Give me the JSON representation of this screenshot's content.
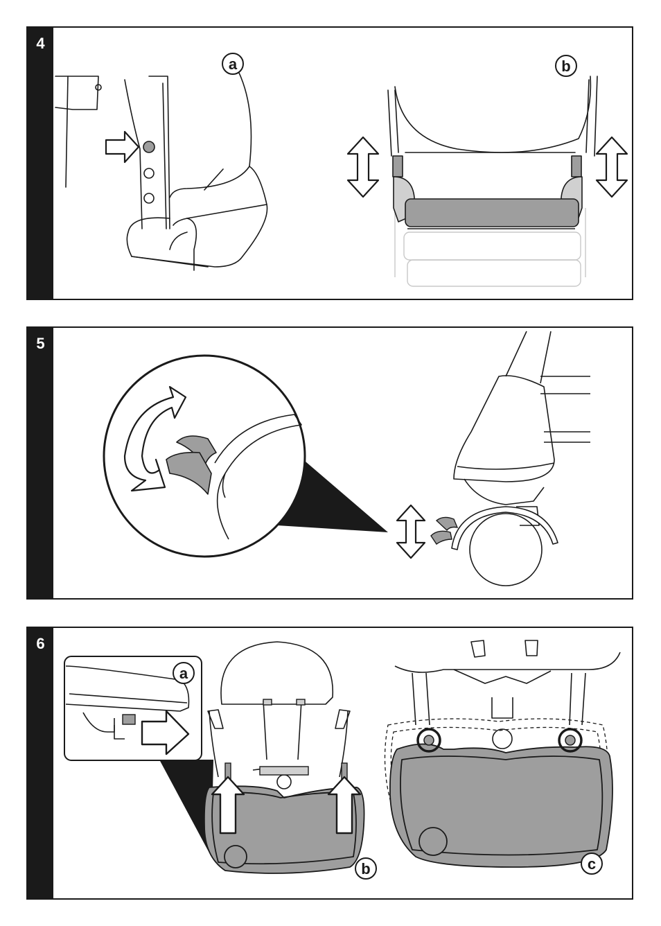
{
  "steps": [
    {
      "number": "4",
      "labels": {
        "a": "a",
        "b": "b"
      }
    },
    {
      "number": "5"
    },
    {
      "number": "6",
      "labels": {
        "a": "a",
        "b": "b",
        "c": "c"
      }
    }
  ],
  "colors": {
    "ink": "#1a1a1a",
    "part_gray": "#9e9e9e",
    "light_gray": "#d0d0d0",
    "faded": "#c8c8c8"
  }
}
